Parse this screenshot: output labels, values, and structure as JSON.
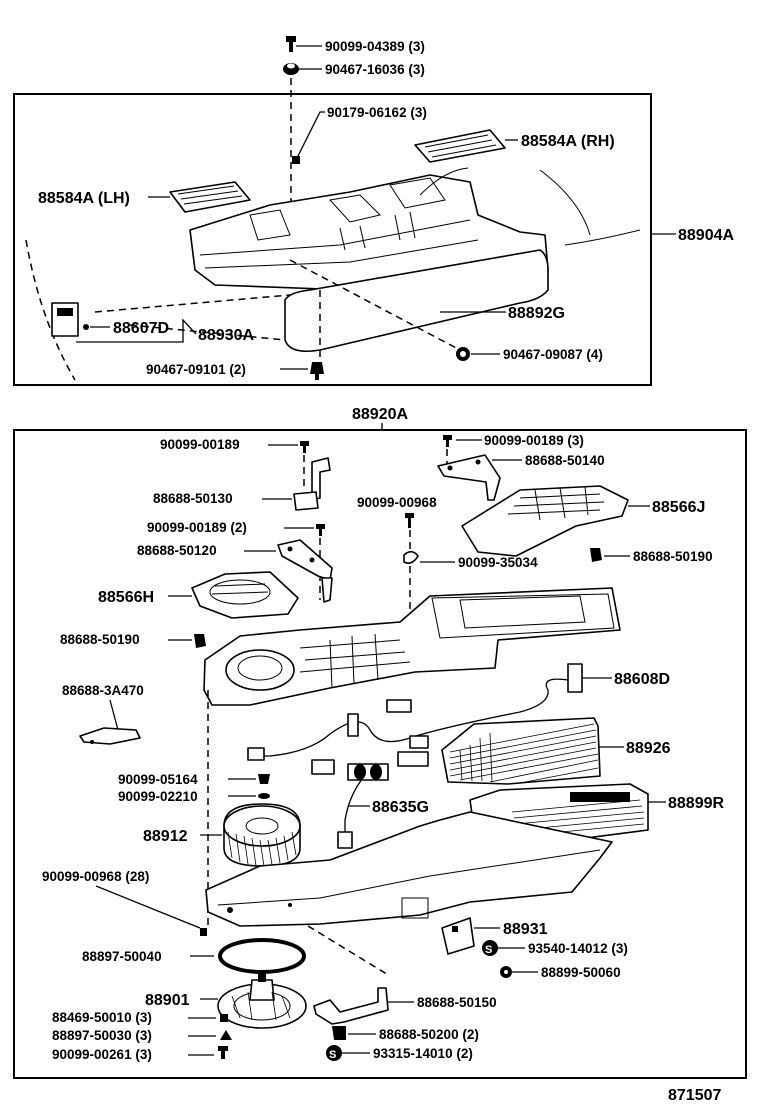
{
  "diagram_id": "871507",
  "top_assembly": {
    "assembly_label": "88904A",
    "parts": {
      "screw_top": "90099-04389 (3)",
      "nut_top": "90467-16036 (3)",
      "clip_center": "90179-06162 (3)",
      "vent_rh": "88584A (RH)",
      "vent_lh": "88584A (LH)",
      "sensor": "88607D",
      "sensor_group": "88930A",
      "panel": "88892G",
      "clip_right": "90467-09087 (4)",
      "clip_left": "90467-09101 (2)"
    }
  },
  "bottom_assembly": {
    "assembly_label": "88920A",
    "parts": {
      "screw_a": "90099-00189",
      "screw_b": "90099-00189 (3)",
      "bracket_b": "88688-50140",
      "bracket_a": "88688-50130",
      "screw_c": "90099-00968",
      "duct_j": "88566J",
      "screw_d": "90099-00189 (2)",
      "bracket_c": "88688-50120",
      "clip_e": "90099-35034",
      "clip_f": "88688-50190",
      "duct_h": "88566H",
      "clip_g": "88688-50190",
      "seal": "88688-3A470",
      "connector_d": "88608D",
      "evaporator": "88926",
      "screw_h": "90099-05164",
      "screw_i": "90099-02210",
      "wire_g": "88635G",
      "housing_r": "88899R",
      "fan": "88912",
      "screw_j": "90099-00968 (28)",
      "resistor": "88931",
      "screw_k": "93540-14012 (3)",
      "screw_l": "88899-50060",
      "gasket": "88897-50040",
      "motor": "88901",
      "bracket_m": "88688-50150",
      "screw_n": "88469-50010 (3)",
      "gasket_o": "88897-50030 (3)",
      "clip_p": "88688-50200 (2)",
      "screw_q": "90099-00261 (3)",
      "screw_r": "93315-14010 (2)"
    }
  }
}
